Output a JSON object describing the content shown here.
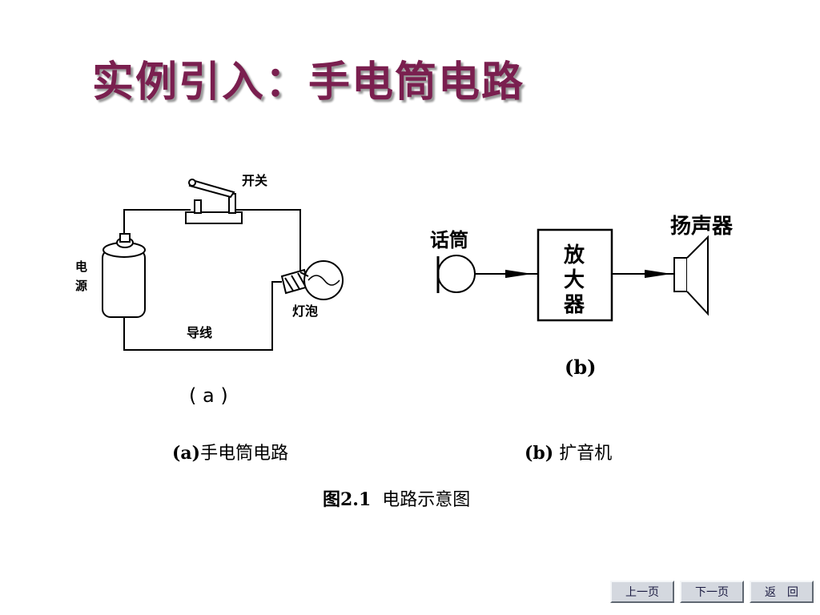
{
  "slide": {
    "title": "实例引入：手电筒电路"
  },
  "diagram_a": {
    "switch_label": "开关",
    "power_label_1": "电",
    "power_label_2": "源",
    "bulb_label": "灯泡",
    "wire_label": "导线",
    "panel_label": "( a )"
  },
  "diagram_b": {
    "mic_label": "话筒",
    "amp_char_1": "放",
    "amp_char_2": "大",
    "amp_char_3": "器",
    "speaker_label": "扬声器",
    "panel_label": "(b)"
  },
  "captions": {
    "a_prefix": "(a)",
    "a_text": "手电筒电路",
    "b_prefix": "(b)",
    "b_text": " 扩音机",
    "figure_prefix": "图2.1",
    "figure_text": "电路示意图"
  },
  "nav": {
    "prev": "上一页",
    "next": "下一页",
    "back": "返　回"
  }
}
